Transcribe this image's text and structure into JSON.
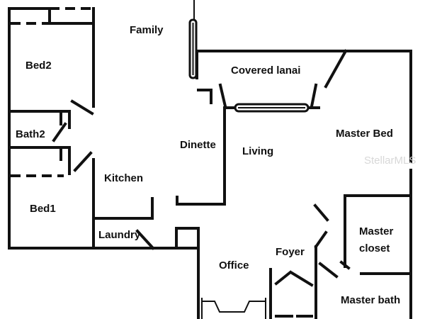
{
  "rooms": {
    "family": "Family",
    "bed2": "Bed2",
    "bath2": "Bath2",
    "bed1": "Bed1",
    "kitchen": "Kitchen",
    "laundry": "Laundry",
    "dinette": "Dinette",
    "living": "Living",
    "covered_lanai": "Covered lanai",
    "master_bed": "Master Bed",
    "master_closet_line1": "Master",
    "master_closet_line2": "closet",
    "foyer": "Foyer",
    "office": "Office",
    "master_bath": "Master bath"
  },
  "watermark": "StellarMLS",
  "colors": {
    "wall": "#111111",
    "background": "#ffffff",
    "watermark": "#d8d8d8"
  }
}
